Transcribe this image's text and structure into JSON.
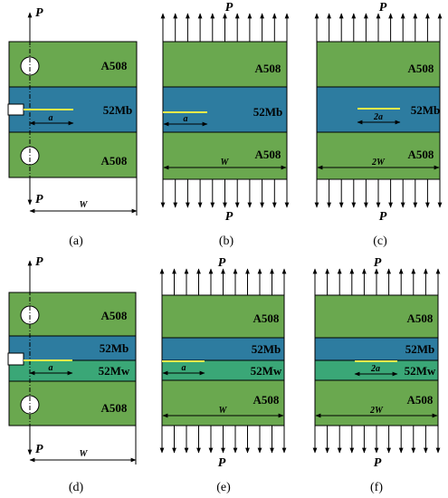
{
  "colors": {
    "a508": "#6aa84f",
    "mb": "#2d7ca0",
    "mw": "#3aa777",
    "crack": "#f0ea4a",
    "outline": "#000000",
    "hole": "#ffffff"
  },
  "labels": {
    "top_material": "A508",
    "bottom_material": "A508",
    "buttering": "52Mb",
    "weld": "52Mw",
    "load": "P",
    "crack_a": "a",
    "crack_2a": "2a",
    "width_w": "W",
    "width_2w": "2W"
  },
  "panels": [
    {
      "caption": "(a)",
      "type": "compact-tension",
      "materials": [
        "A508",
        "52Mb",
        "A508"
      ],
      "crack_label": "a",
      "width_label": "W"
    },
    {
      "caption": "(b)",
      "type": "single-edge-tension",
      "materials": [
        "A508",
        "52Mb",
        "A508"
      ],
      "crack_label": "a",
      "width_label": "W"
    },
    {
      "caption": "(c)",
      "type": "center-cracked-tension",
      "materials": [
        "A508",
        "52Mb",
        "A508"
      ],
      "crack_label": "2a",
      "width_label": "2W"
    },
    {
      "caption": "(d)",
      "type": "compact-tension",
      "materials": [
        "A508",
        "52Mb",
        "52Mw",
        "A508"
      ],
      "crack_label": "a",
      "width_label": "W"
    },
    {
      "caption": "(e)",
      "type": "single-edge-tension",
      "materials": [
        "A508",
        "52Mb",
        "52Mw",
        "A508"
      ],
      "crack_label": "a",
      "width_label": "W"
    },
    {
      "caption": "(f)",
      "type": "center-cracked-tension",
      "materials": [
        "A508",
        "52Mb",
        "52Mw",
        "A508"
      ],
      "crack_label": "2a",
      "width_label": "2W"
    }
  ]
}
